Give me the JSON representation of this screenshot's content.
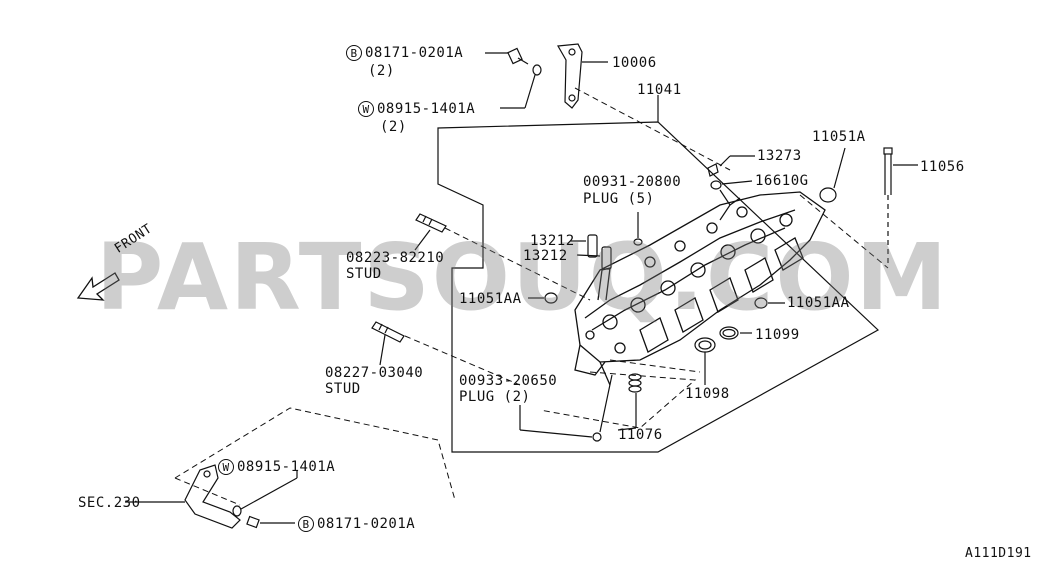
{
  "watermark": "PARTSOUQ.COM",
  "direction_label": "FRONT",
  "figure_code": "A111D191",
  "symbols": {
    "bolt": "B",
    "washer": "W"
  },
  "parts": {
    "bolt_top": {
      "number": "08171-0201A",
      "qty": "(2)"
    },
    "washer_top": {
      "number": "08915-1401A",
      "qty": "(2)"
    },
    "bracket_top": {
      "number": "10006"
    },
    "cylinder_head": {
      "number": "11041"
    },
    "plug_cap": {
      "number": "11051A"
    },
    "head_bolt": {
      "number": "11056"
    },
    "seal_13273": {
      "number": "13273"
    },
    "seal_16610g": {
      "number": "16610G"
    },
    "plug_00931": {
      "number": "00931-20800",
      "name": "PLUG",
      "qty": "(5)"
    },
    "guide_upper": {
      "number": "13212"
    },
    "guide_lower": {
      "number": "13212"
    },
    "stud_82210": {
      "number": "08223-82210",
      "name": "STUD"
    },
    "plug_left": {
      "number": "11051AA"
    },
    "plug_right": {
      "number": "11051AA"
    },
    "oring_11099": {
      "number": "11099"
    },
    "stud_03040": {
      "number": "08227-03040",
      "name": "STUD"
    },
    "ring_11098": {
      "number": "11098"
    },
    "plug_00933": {
      "number": "00933-20650",
      "name": "PLUG",
      "qty": "(2)"
    },
    "spring_11076": {
      "number": "11076"
    },
    "washer_bottom": {
      "number": "08915-1401A"
    },
    "sec_ref": {
      "number": "SEC.230"
    },
    "bolt_bottom": {
      "number": "08171-0201A"
    }
  }
}
